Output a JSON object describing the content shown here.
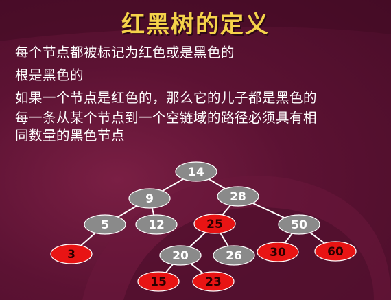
{
  "slide": {
    "title": "红黑树的定义",
    "rules": [
      "每个节点都被标记为红色或是黑色的",
      "根是黑色的",
      "如果一个节点是红色的，那么它的儿子都是黑色的",
      "每一条从某个节点到一个空链域的路径必须具有相",
      "同数量的黑色节点"
    ]
  },
  "tree": {
    "colors": {
      "black_node": "#8a8a8a",
      "red_node": "#e81414",
      "edge": "#ffffff",
      "text_on_black": "#ffffff",
      "text_on_red": "#2a0000"
    },
    "nodes": [
      {
        "id": "n14",
        "label": "14",
        "color": "black"
      },
      {
        "id": "n9",
        "label": "9",
        "color": "black"
      },
      {
        "id": "n28",
        "label": "28",
        "color": "black"
      },
      {
        "id": "n5",
        "label": "5",
        "color": "black"
      },
      {
        "id": "n12",
        "label": "12",
        "color": "black"
      },
      {
        "id": "n25",
        "label": "25",
        "color": "red"
      },
      {
        "id": "n50",
        "label": "50",
        "color": "black"
      },
      {
        "id": "n3",
        "label": "3",
        "color": "red"
      },
      {
        "id": "n20",
        "label": "20",
        "color": "black"
      },
      {
        "id": "n26",
        "label": "26",
        "color": "black"
      },
      {
        "id": "n30",
        "label": "30",
        "color": "red"
      },
      {
        "id": "n60",
        "label": "60",
        "color": "red"
      },
      {
        "id": "n15",
        "label": "15",
        "color": "red"
      },
      {
        "id": "n23",
        "label": "23",
        "color": "red"
      }
    ],
    "edges": [
      [
        "n14",
        "n9"
      ],
      [
        "n14",
        "n28"
      ],
      [
        "n9",
        "n5"
      ],
      [
        "n9",
        "n12"
      ],
      [
        "n28",
        "n25"
      ],
      [
        "n28",
        "n50"
      ],
      [
        "n5",
        "n3"
      ],
      [
        "n25",
        "n20"
      ],
      [
        "n25",
        "n26"
      ],
      [
        "n50",
        "n30"
      ],
      [
        "n50",
        "n60"
      ],
      [
        "n20",
        "n15"
      ],
      [
        "n20",
        "n23"
      ]
    ]
  }
}
